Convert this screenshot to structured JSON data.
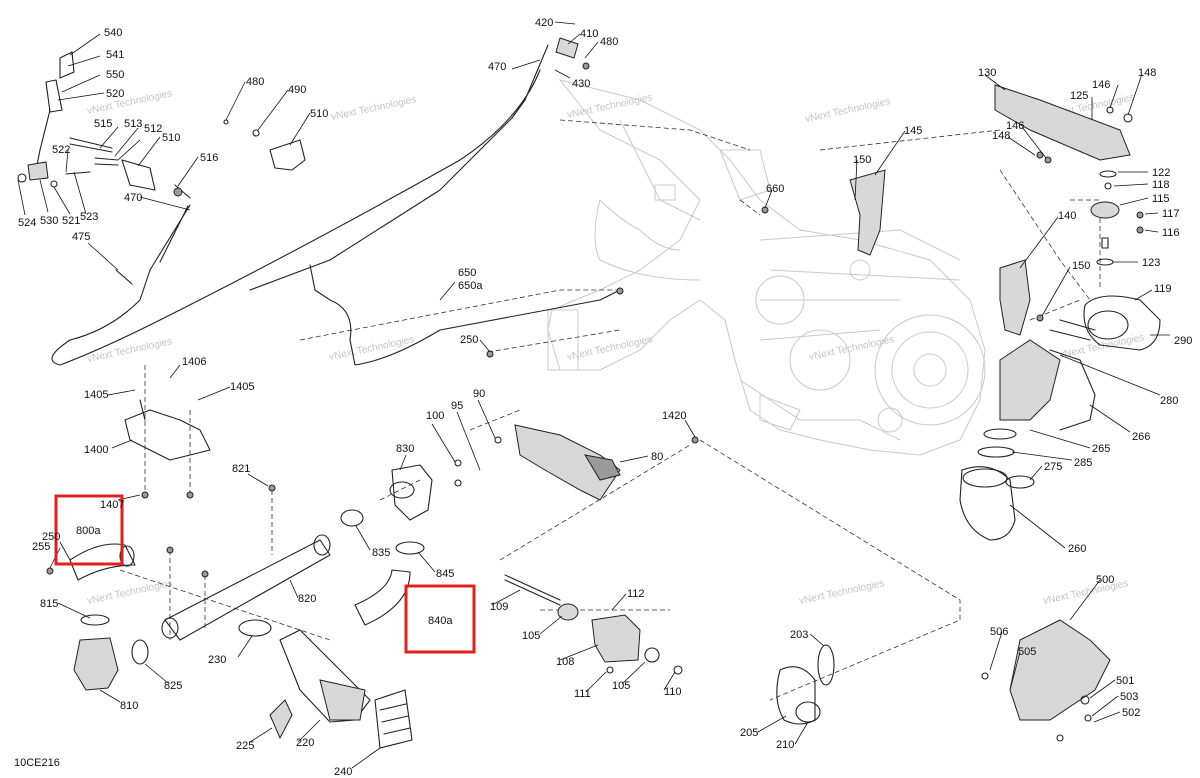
{
  "diagram": {
    "code": "10CE216",
    "watermark": "vNext Technologies",
    "highlight_color": "#e02020",
    "highlighted": [
      "800a",
      "840a"
    ],
    "labels": [
      {
        "id": "540",
        "text": "540"
      },
      {
        "id": "541",
        "text": "541"
      },
      {
        "id": "550",
        "text": "550"
      },
      {
        "id": "520",
        "text": "520"
      },
      {
        "id": "515",
        "text": "515"
      },
      {
        "id": "513",
        "text": "513"
      },
      {
        "id": "512",
        "text": "512"
      },
      {
        "id": "510a",
        "text": "510"
      },
      {
        "id": "522",
        "text": "522"
      },
      {
        "id": "516",
        "text": "516"
      },
      {
        "id": "524",
        "text": "524"
      },
      {
        "id": "530",
        "text": "530"
      },
      {
        "id": "521",
        "text": "521"
      },
      {
        "id": "523",
        "text": "523"
      },
      {
        "id": "470a",
        "text": "470"
      },
      {
        "id": "475",
        "text": "475"
      },
      {
        "id": "480a",
        "text": "480"
      },
      {
        "id": "490",
        "text": "490"
      },
      {
        "id": "510b",
        "text": "510"
      },
      {
        "id": "420",
        "text": "420"
      },
      {
        "id": "410",
        "text": "410"
      },
      {
        "id": "480b",
        "text": "480"
      },
      {
        "id": "470b",
        "text": "470"
      },
      {
        "id": "430",
        "text": "430"
      },
      {
        "id": "130",
        "text": "130"
      },
      {
        "id": "148a",
        "text": "148"
      },
      {
        "id": "146a",
        "text": "146"
      },
      {
        "id": "125",
        "text": "125"
      },
      {
        "id": "148b",
        "text": "148"
      },
      {
        "id": "146b",
        "text": "146"
      },
      {
        "id": "145",
        "text": "145"
      },
      {
        "id": "150a",
        "text": "150"
      },
      {
        "id": "660",
        "text": "660"
      },
      {
        "id": "122",
        "text": "122"
      },
      {
        "id": "118",
        "text": "118"
      },
      {
        "id": "115",
        "text": "115"
      },
      {
        "id": "117",
        "text": "117"
      },
      {
        "id": "116",
        "text": "116"
      },
      {
        "id": "140",
        "text": "140"
      },
      {
        "id": "123",
        "text": "123"
      },
      {
        "id": "150b",
        "text": "150"
      },
      {
        "id": "119",
        "text": "119"
      },
      {
        "id": "290",
        "text": "290"
      },
      {
        "id": "280",
        "text": "280"
      },
      {
        "id": "266",
        "text": "266"
      },
      {
        "id": "265",
        "text": "265"
      },
      {
        "id": "285",
        "text": "285"
      },
      {
        "id": "275",
        "text": "275"
      },
      {
        "id": "260",
        "text": "260"
      },
      {
        "id": "650",
        "text": "650"
      },
      {
        "id": "650a",
        "text": "650a"
      },
      {
        "id": "250a",
        "text": "250"
      },
      {
        "id": "1406",
        "text": "1406"
      },
      {
        "id": "1405a",
        "text": "1405"
      },
      {
        "id": "1405b",
        "text": "1405"
      },
      {
        "id": "1400",
        "text": "1400"
      },
      {
        "id": "1407",
        "text": "1407"
      },
      {
        "id": "100",
        "text": "100"
      },
      {
        "id": "95",
        "text": "95"
      },
      {
        "id": "90",
        "text": "90"
      },
      {
        "id": "80",
        "text": "80"
      },
      {
        "id": "1420",
        "text": "1420"
      },
      {
        "id": "830",
        "text": "830"
      },
      {
        "id": "821",
        "text": "821"
      },
      {
        "id": "800a",
        "text": "800a"
      },
      {
        "id": "250b",
        "text": "250"
      },
      {
        "id": "255",
        "text": "255"
      },
      {
        "id": "835",
        "text": "835"
      },
      {
        "id": "845",
        "text": "845"
      },
      {
        "id": "820",
        "text": "820"
      },
      {
        "id": "840a",
        "text": "840a"
      },
      {
        "id": "815",
        "text": "815"
      },
      {
        "id": "810",
        "text": "810"
      },
      {
        "id": "825",
        "text": "825"
      },
      {
        "id": "230",
        "text": "230"
      },
      {
        "id": "225",
        "text": "225"
      },
      {
        "id": "220",
        "text": "220"
      },
      {
        "id": "240",
        "text": "240"
      },
      {
        "id": "109",
        "text": "109"
      },
      {
        "id": "112",
        "text": "112"
      },
      {
        "id": "105a",
        "text": "105"
      },
      {
        "id": "108",
        "text": "108"
      },
      {
        "id": "105b",
        "text": "105"
      },
      {
        "id": "111",
        "text": "111"
      },
      {
        "id": "110",
        "text": "110"
      },
      {
        "id": "203",
        "text": "203"
      },
      {
        "id": "205",
        "text": "205"
      },
      {
        "id": "210",
        "text": "210"
      },
      {
        "id": "500",
        "text": "500"
      },
      {
        "id": "506",
        "text": "506"
      },
      {
        "id": "505",
        "text": "505"
      },
      {
        "id": "501",
        "text": "501"
      },
      {
        "id": "503",
        "text": "503"
      },
      {
        "id": "502",
        "text": "502"
      }
    ]
  }
}
